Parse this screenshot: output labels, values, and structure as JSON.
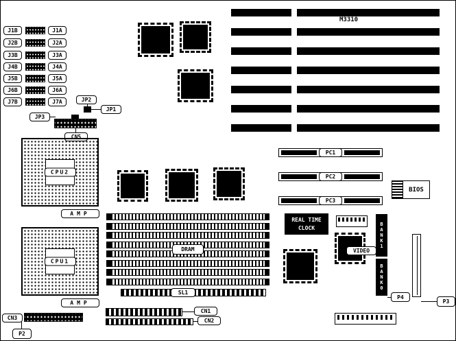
{
  "jumpers": {
    "rows": [
      {
        "left": "J1B",
        "right": "J1A"
      },
      {
        "left": "J2B",
        "right": "J2A"
      },
      {
        "left": "J3B",
        "right": "J3A"
      },
      {
        "left": "J4B",
        "right": "J4A"
      },
      {
        "left": "J5B",
        "right": "J5A"
      },
      {
        "left": "J6B",
        "right": "J6A"
      },
      {
        "left": "J7B",
        "right": "J7A"
      }
    ],
    "jp1": "JP1",
    "jp2": "JP2",
    "jp3": "JP3"
  },
  "labels": {
    "cn5": "CN5",
    "cpu2": "CPU2",
    "cpu1": "CPU1",
    "amp": "AMP",
    "model": "M3310",
    "pc1": "PC1",
    "pc2": "PC2",
    "pc3": "PC3",
    "bios": "BIOS",
    "rtc_line1": "REAL TIME",
    "rtc_line2": "CLOCK",
    "video": "VIDEO",
    "dram": "DRAM",
    "sl1": "SL1",
    "cn1": "CN1",
    "cn2": "CN2",
    "cn3": "CN3",
    "p2": "P2",
    "p3": "P3",
    "p4": "P4",
    "bank1": "BANK1",
    "bank0": "BANK0"
  },
  "colors": {
    "background": "#ffffff",
    "ink": "#000000"
  }
}
